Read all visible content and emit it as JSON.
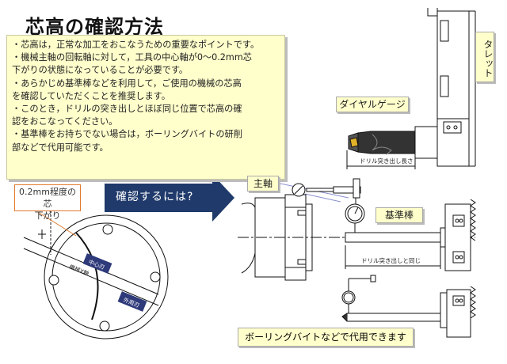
{
  "title": "芯高の確認方法",
  "notes": [
    "・芯高は，正常な加工をおこなうための重要なポイントです。",
    "・機械主軸の回転軸に対して，工具の中心軸が0～0.2mm芯",
    "下がりの状態になっていることが必要です。",
    "・あらかじめ基準棒などを利用して，ご使用の機械の芯高",
    "を確認していただくことを推奨します。",
    "・このとき，ドリルの突き出しとほぼ同じ位置で芯高の確",
    "認をおこなってください。",
    "・基準棒をお持ちでない場合は，ボーリングバイトの研削",
    "部などで代用可能です。"
  ],
  "arrow_label": "確認するには?",
  "callouts": {
    "center_drop_line1": "0.2mm程度の芯",
    "center_drop_line2": "下がり",
    "spindle": "主軸",
    "dial_gauge": "ダイヤルゲージ",
    "turret": "タレット",
    "reference_bar": "基準棒",
    "boring_bar": "ボーリングバイトなどで代用できます"
  },
  "diagram_labels": {
    "drill_protrusion_length": "ドリル突き出し長さ",
    "same_as_drill_protrusion": "ドリル突き出しと同じ",
    "center_edge": "中心刃",
    "machine_x_axis": "機械X軸",
    "outer_edge": "外周刃"
  },
  "colors": {
    "note_bg": "#ffffcc",
    "arrow": "#1f3a6b",
    "callout_border": "#e07a2e",
    "edge_label_bg": "#2e3a7a"
  }
}
